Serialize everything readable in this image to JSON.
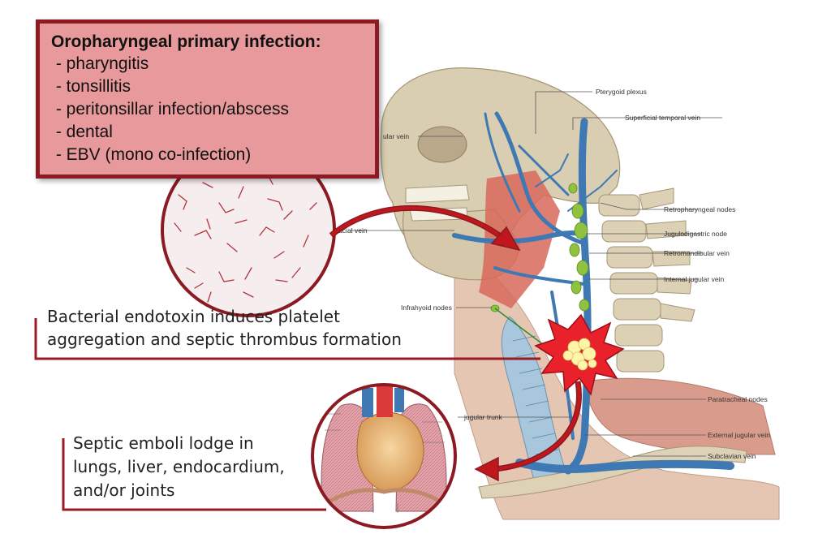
{
  "info_box": {
    "title": "Oropharyngeal primary infection:",
    "items": [
      "pharyngitis",
      "tonsillitis",
      "peritonsillar infection/abscess",
      "dental",
      "EBV (mono co-infection)"
    ]
  },
  "captions": {
    "endotoxin": [
      "Bacterial endotoxin induces platelet",
      "aggregation and septic thrombus formation"
    ],
    "emboli": [
      "Septic emboli lodge in",
      "lungs, liver, endocardium,",
      "and/or joints"
    ]
  },
  "anatomy_labels": {
    "pterygoid_plexus": "Pterygoid plexus",
    "superficial_temporal_vein": "Superficial temporal vein",
    "jugular_vein_partial": "ular vein",
    "retropharyngeal_nodes": "Retropharyngeal nodes",
    "facial_vein": "Facial vein",
    "jugulodigastric_node": "Jugulodigastric node",
    "retromandibular_vein": "Retromandibular vein",
    "internal_jugular_vein": "Internal jugular vein",
    "infrahyoid_nodes": "Infrahyoid nodes",
    "paratracheal_nodes": "Paratracheal nodes",
    "jugular_trunk": "jugular trunk",
    "external_jugular_vein": "External jugular vein",
    "subclavian_vein": "Subclavian vein"
  },
  "colors": {
    "accent_dark_red": "#8b1a22",
    "box_fill": "#e7999c",
    "arrow_red": "#c0171c",
    "vein_blue": "#3f79b3",
    "node_green": "#8fc23f",
    "thrombus_yellow": "#fff4a8",
    "bone": "#d9cdb2"
  }
}
